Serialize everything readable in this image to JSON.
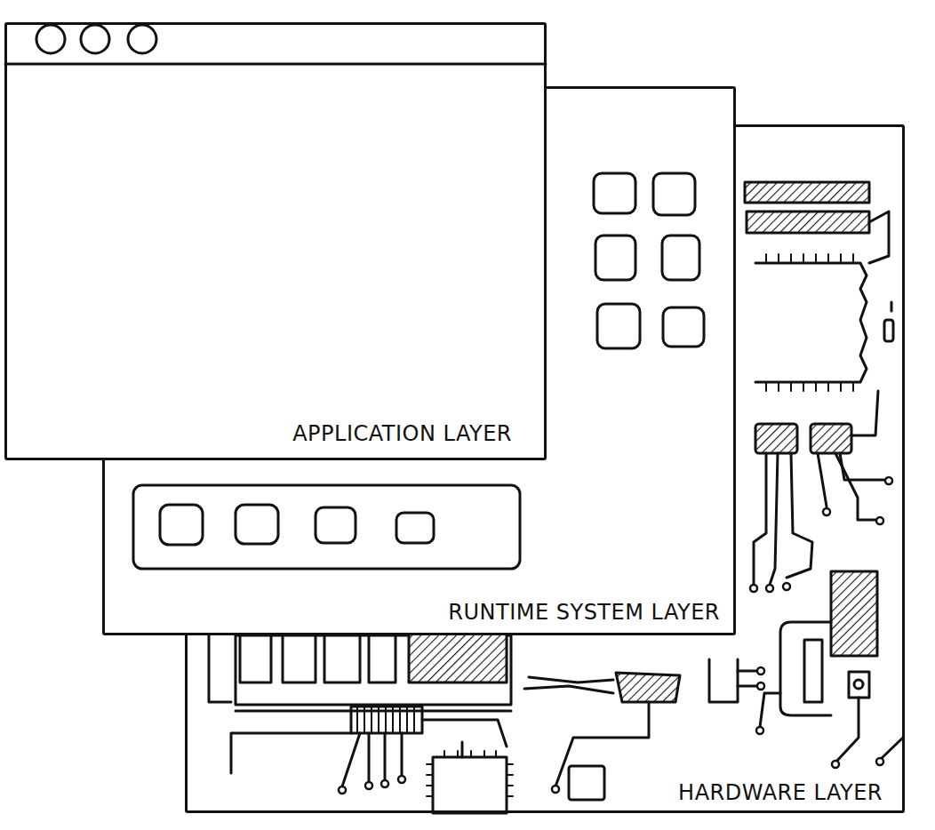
{
  "diagram": {
    "nodes": [
      {
        "text": [
          "APPLICATION LAYER"
        ]
      },
      {
        "text": [
          "RUNTIME SYSTEM LAYER"
        ]
      },
      {
        "text": [
          "HARDWARE LAYER"
        ]
      }
    ]
  }
}
